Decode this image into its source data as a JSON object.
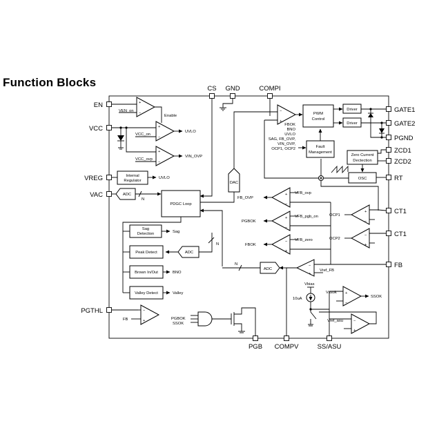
{
  "title": "Function Blocks",
  "pins": {
    "en": "EN",
    "vcc": "VCC",
    "vreg": "VREG",
    "vac": "VAC",
    "pgthl": "PGTHL",
    "cs": "CS",
    "gnd": "GND",
    "compi": "COMPI",
    "gate1": "GATE1",
    "gate2": "GATE2",
    "pgnd": "PGND",
    "zcd1": "ZCD1",
    "zcd2": "ZCD2",
    "rt": "RT",
    "ct1_top": "CT1",
    "ct1_bottom": "CT1",
    "fb": "FB",
    "pgb": "PGB",
    "compv": "COMPV",
    "ss_asu": "SS/ASU"
  },
  "blocks": {
    "internal_regulator": [
      "Internal",
      "Regulator"
    ],
    "pdgc_loop": "PDGC Loop",
    "sag_detection": [
      "Sag",
      "Detection"
    ],
    "peak_detect": "Peak Detect",
    "brown_in_out": "Brown In/Out",
    "valley_detect": "Valley Detect",
    "pwm_control": [
      "PWM",
      "Control"
    ],
    "fault_management": [
      "Fault",
      "Management"
    ],
    "driver_top": "Driver",
    "driver_bottom": "Driver",
    "zero_current_detection": [
      "Zero Current",
      "Dectection"
    ],
    "osc": "OSC",
    "dac": "DAC",
    "adc_vac": "ADC",
    "adc_peak": "ADC",
    "adc_fb": "ADC"
  },
  "signals": {
    "ven_on": "VEN_on",
    "enable": "Enable",
    "vcc_on": "VCC_on",
    "uvlo_out": "UVLO",
    "vcc_ovp": "VCC_ovp",
    "vin_ovp": "VIN_OVP",
    "uvlo_reg": "UVLO",
    "n_vac": "N",
    "sag": "Sag",
    "peak_n": "N",
    "bno": "BNO",
    "valley": "Valley",
    "fb_ovp": "FB_OVP",
    "vfb_ovp": "VFB_ovp",
    "pgbok": "PGBOK",
    "vfb_pgb_on": "VFB_pgb_on",
    "fbok": "FBOK",
    "vfb_zero": "VFB_zero",
    "ocp1": "OCP1",
    "ocp2": "OCP2",
    "fb_n": "N",
    "vref_fb": "Vref_FB",
    "vbias": "Vbias",
    "i10ua": "10uA",
    "vssok": "Vssok",
    "ssok": "SSOK",
    "vref_asu": "Vref_asu",
    "fb_in": "FB",
    "pgbok_in": "PGBOK",
    "ssok_in": "SSOK",
    "fault_inputs": [
      "FBOK",
      "BNO",
      "UVLO",
      "SAG, FB_OVP,",
      "VIN_OVP,",
      "OCP1, OCP2"
    ]
  }
}
